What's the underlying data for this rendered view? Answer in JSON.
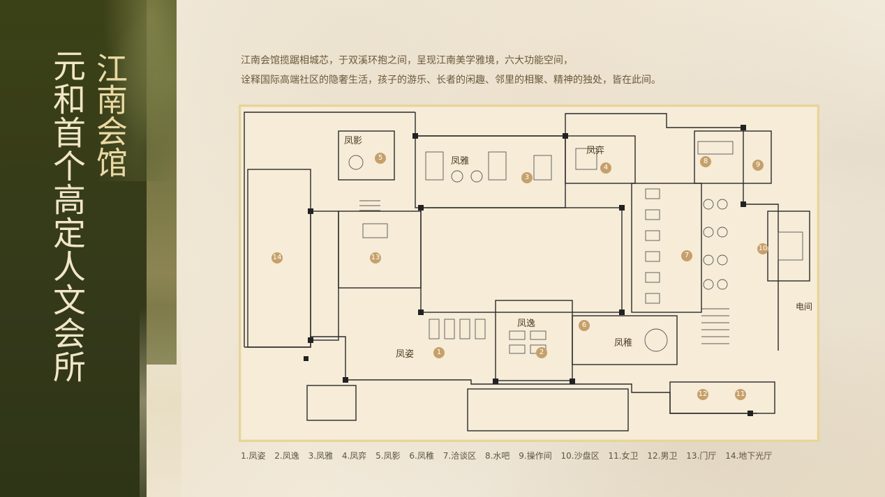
{
  "title": {
    "main": "元和首个高定人文会所",
    "sub": "江南会馆"
  },
  "intro": {
    "line1": "江南会馆揽踞相城芯，于双溪环抱之间，呈现江南美学雅境，六大功能空间，",
    "line2": "诠释国际高端社区的隐奢生活，孩子的游乐、长者的闲趣、邻里的相聚、精神的独处，皆在此间。"
  },
  "plan": {
    "room_tags": [
      {
        "label": "凤姿",
        "num": "1"
      },
      {
        "label": "凤逸",
        "num": "2"
      },
      {
        "label": "凤雅",
        "num": "3"
      },
      {
        "label": "凤弈",
        "num": "4"
      },
      {
        "label": "凤影",
        "num": "5"
      },
      {
        "label": "凤稚",
        "num": "6"
      }
    ],
    "numbers": [
      "7",
      "8",
      "9",
      "10",
      "11",
      "12",
      "13",
      "14"
    ],
    "room_label_elevator": "电间"
  },
  "legend": {
    "items": [
      "1.凤姿",
      "2.凤逸",
      "3.凤雅",
      "4.凤弈",
      "5.凤影",
      "6.凤稚",
      "7.洽谈区",
      "8.水吧",
      "9.操作间",
      "10.沙盘区",
      "11.女卫",
      "12.男卫",
      "13.门厅",
      "14.地下光厅"
    ]
  },
  "colors": {
    "panel_dark": "#34391a",
    "title_main": "#f1e6c8",
    "title_sub": "#ead9a4",
    "plan_frame": "#e8d49a",
    "number_badge": "#c6a06a"
  }
}
